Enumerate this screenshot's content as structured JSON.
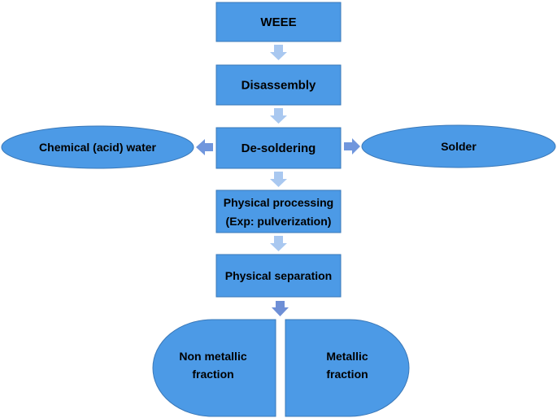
{
  "colors": {
    "box_fill": "#4C9AE6",
    "box_stroke": "#3A78B8",
    "arrow_down": "#A9C8F0",
    "arrow_side": "#7096DD",
    "arrow_bottom": "#6E8FD6",
    "text": "#000000"
  },
  "flow": {
    "weee": "WEEE",
    "disassembly": "Disassembly",
    "desoldering": "De-soldering",
    "physical_processing_line1": "Physical processing",
    "physical_processing_line2": "(Exp: pulverization)",
    "physical_separation": "Physical separation"
  },
  "side": {
    "left": "Chemical (acid) water",
    "right": "Solder"
  },
  "outputs": {
    "non_metallic_line1": "Non metallic",
    "non_metallic_line2": "fraction",
    "metallic_line1": "Metallic",
    "metallic_line2": "fraction"
  }
}
